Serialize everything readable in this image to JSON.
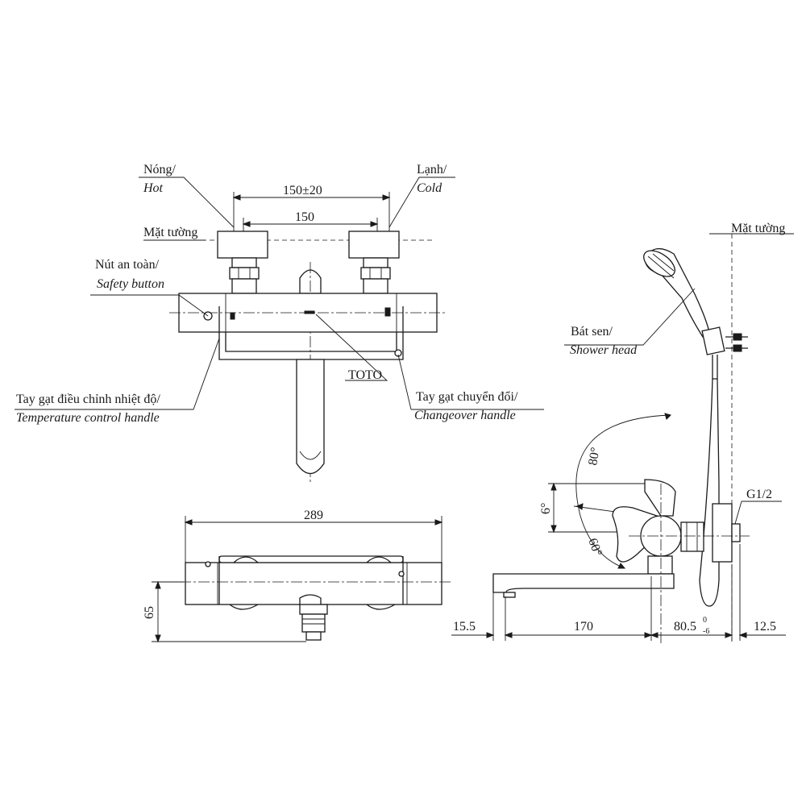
{
  "labels": {
    "hot_vi": "Nóng/",
    "hot_en": "Hot",
    "cold_vi": "Lạnh/",
    "cold_en": "Cold",
    "wall_left": "Mặt tường",
    "wall_right": "Mặt tường",
    "safety_vi": "Nút an toàn/",
    "safety_en": "Safety button",
    "temp_vi": "Tay gạt điều chỉnh nhiệt độ/",
    "temp_en": "Temperature control handle",
    "brand": "TOTO",
    "change_vi": "Tay gạt chuyển đổi/",
    "change_en": "Changeover handle",
    "shower_vi": "Bát sen/",
    "shower_en": "Shower head",
    "thread": "G1/2"
  },
  "dimensions": {
    "centers_tol": "150±20",
    "centers": "150",
    "width": "289",
    "height": "65",
    "spout_offset": "15.5",
    "spout_len": "170",
    "body_depth": "80.5",
    "body_depth_tol_up": "0",
    "body_depth_tol_down": "-6",
    "wall_gap": "12.5",
    "angle_up": "80°",
    "angle_down": "60°",
    "angle_small": "6°"
  },
  "colors": {
    "line": "#1a1a1a",
    "background": "#ffffff"
  }
}
